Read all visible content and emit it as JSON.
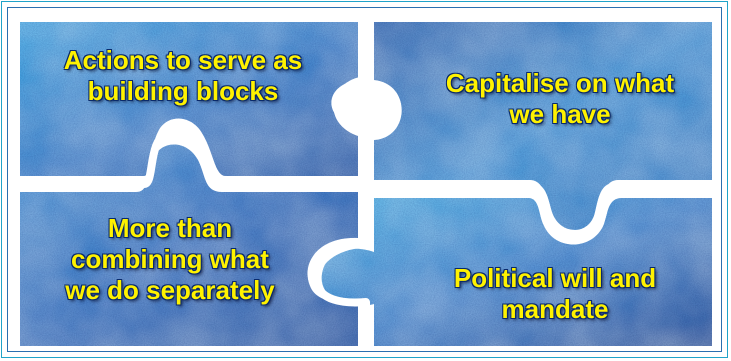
{
  "pieces": {
    "top_left": {
      "line1": "Actions to serve as",
      "line2": "building blocks"
    },
    "top_right": {
      "line1": "Capitalise on what",
      "line2": "we have"
    },
    "bottom_left": {
      "line1": "More than",
      "line2": "combining what",
      "line3": "we do separately"
    },
    "bottom_right": {
      "line1": "Political will and",
      "line2": "mandate"
    }
  },
  "colors": {
    "text": "#fff200",
    "text_outline": "#0a2a6b",
    "puzzle_blue_light": "#3ea6e6",
    "puzzle_blue_dark": "#1456a8",
    "seam": "#ffffff",
    "frame_border": "#1fa3c9"
  }
}
